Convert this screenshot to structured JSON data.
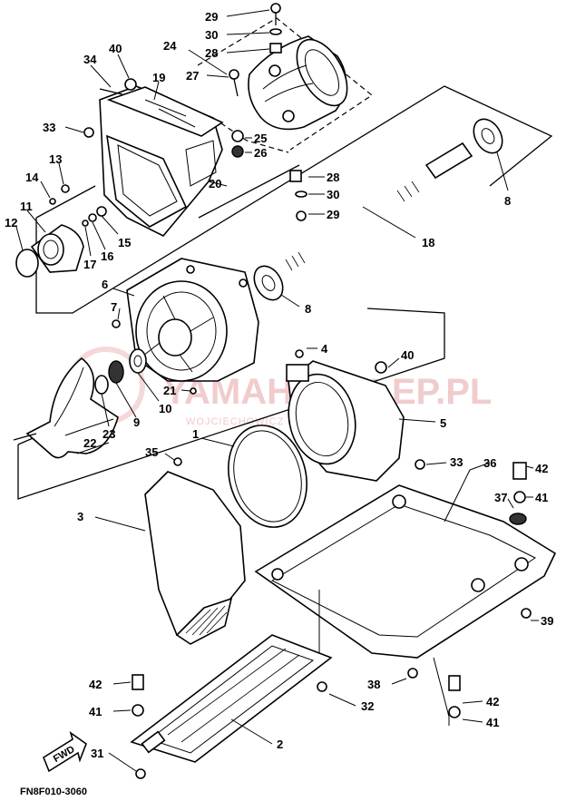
{
  "callouts": {
    "p29a": "29",
    "p30a": "30",
    "p28a": "28",
    "p24": "24",
    "p40a": "40",
    "p34": "34",
    "p19": "19",
    "p27": "27",
    "p25": "25",
    "p26": "26",
    "p33a": "33",
    "p20": "20",
    "p28b": "28",
    "p30b": "30",
    "p29b": "29",
    "p8a": "8",
    "p13": "13",
    "p14": "14",
    "p11": "11",
    "p12": "12",
    "p17": "17",
    "p16": "16",
    "p15": "15",
    "p18": "18",
    "p6": "6",
    "p7": "7",
    "p8b": "8",
    "p4": "4",
    "p40b": "40",
    "p21": "21",
    "p10": "10",
    "p9": "9",
    "p23": "23",
    "p22": "22",
    "p5": "5",
    "p1": "1",
    "p35": "35",
    "p33b": "33",
    "p36": "36",
    "p42a": "42",
    "p37": "37",
    "p41a": "41",
    "p3": "3",
    "p39": "39",
    "p42b": "42",
    "p41b": "41",
    "p38": "38",
    "p32": "32",
    "p42c": "42",
    "p41c": "41",
    "p2": "2",
    "p31": "31"
  },
  "fwd_label": "FWD",
  "figure_code": "FN8F010-3060",
  "watermark": {
    "main": "YAMAHASKLEP.PL",
    "sub": "WOJCIECHOWICZ  DEALER YAMAHA"
  }
}
